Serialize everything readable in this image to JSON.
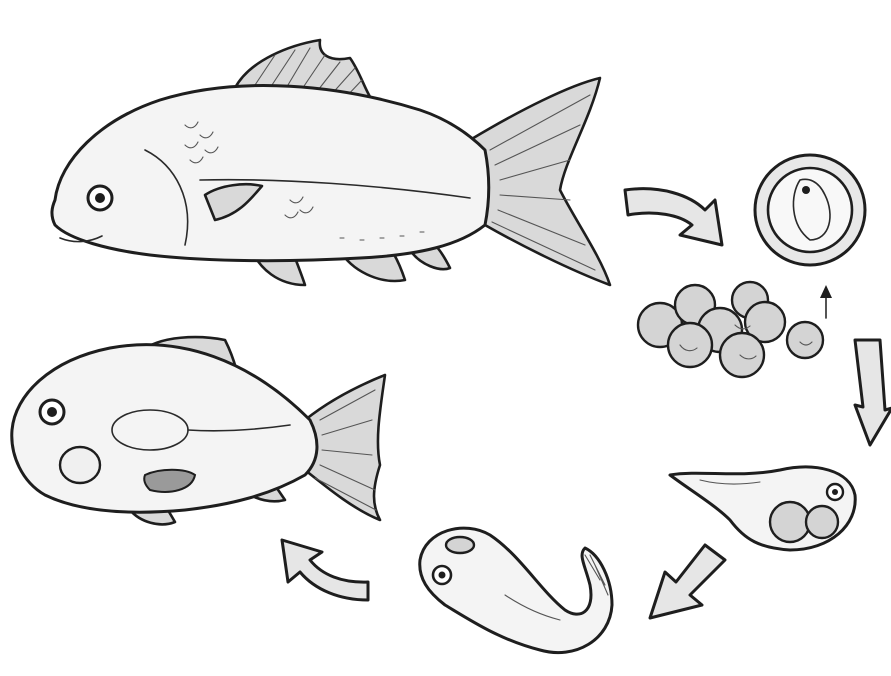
{
  "diagram": {
    "stages": [
      {
        "id": "adult",
        "icon": "adult-fish-icon"
      },
      {
        "id": "egg",
        "icon": "single-egg-icon"
      },
      {
        "id": "eggs",
        "icon": "egg-cluster-icon"
      },
      {
        "id": "larva",
        "icon": "larva-icon"
      },
      {
        "id": "fry",
        "icon": "fry-icon"
      },
      {
        "id": "juvenile",
        "icon": "juvenile-fish-icon"
      }
    ],
    "colors": {
      "ink": "#1e1e1e",
      "fill": "#d9d9d9",
      "background": "#ffffff"
    }
  }
}
